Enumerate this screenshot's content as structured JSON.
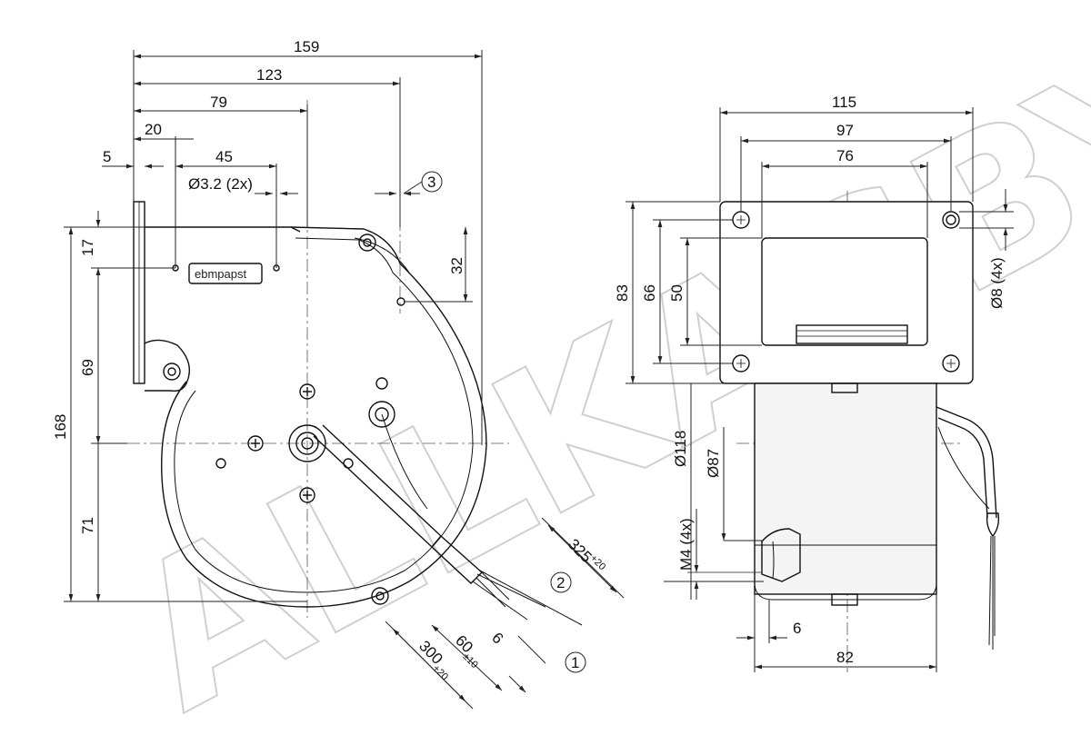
{
  "watermark": "ALLKAGBY",
  "brand_label": "ebmpapst",
  "colors": {
    "line": "#111111",
    "dim": "#222222",
    "watermark": "#cfcfcf",
    "body_fill": "#f4f4f4"
  },
  "front_view": {
    "dims": {
      "overall_width": "159",
      "width_123": "123",
      "width_79": "79",
      "width_20": "20",
      "width_5": "5",
      "hole_spacing": "45",
      "hole_dia": "Ø3.2 (2x)",
      "height_168": "168",
      "height_17": "17",
      "height_69": "69",
      "height_71": "71",
      "height_32": "32"
    },
    "callouts": {
      "c1": "1",
      "c2": "2",
      "c3": "3"
    },
    "cable_dims": {
      "len_325": "325",
      "tol_325": "+20",
      "len_300": "300",
      "tol_300": "+20",
      "len_60": "60",
      "tol_60": "±10",
      "len_6": "6"
    }
  },
  "side_view": {
    "dims": {
      "width_115": "115",
      "width_97": "97",
      "width_76": "76",
      "height_83": "83",
      "height_66": "66",
      "height_50": "50",
      "hole_dia": "Ø8 (4x)",
      "dia_118": "Ø118",
      "dia_87": "Ø87",
      "thread": "M4 (4x)",
      "depth_6": "6",
      "depth_82": "82"
    }
  }
}
